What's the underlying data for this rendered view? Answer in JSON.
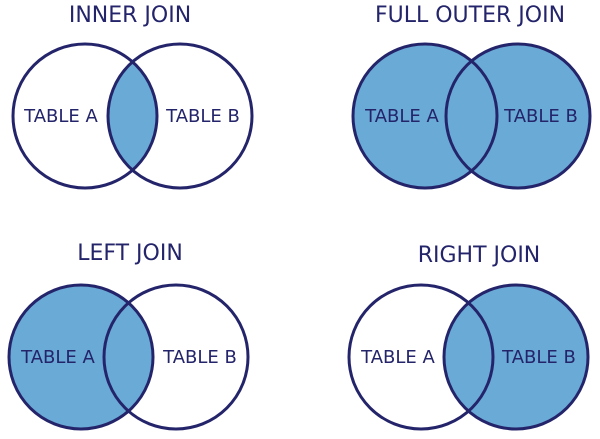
{
  "colors": {
    "fill": "#6aaad6",
    "stroke": "#24246b",
    "text": "#24246b",
    "background": "#ffffff"
  },
  "diagrams": [
    {
      "title": "INNER JOIN",
      "left_label": "TABLE A",
      "right_label": "TABLE B",
      "shaded": "intersection"
    },
    {
      "title": "FULL OUTER JOIN",
      "left_label": "TABLE A",
      "right_label": "TABLE B",
      "shaded": "both"
    },
    {
      "title": "LEFT JOIN",
      "left_label": "TABLE A",
      "right_label": "TABLE B",
      "shaded": "left"
    },
    {
      "title": "RIGHT JOIN",
      "left_label": "TABLE A",
      "right_label": "TABLE B",
      "shaded": "right"
    }
  ]
}
